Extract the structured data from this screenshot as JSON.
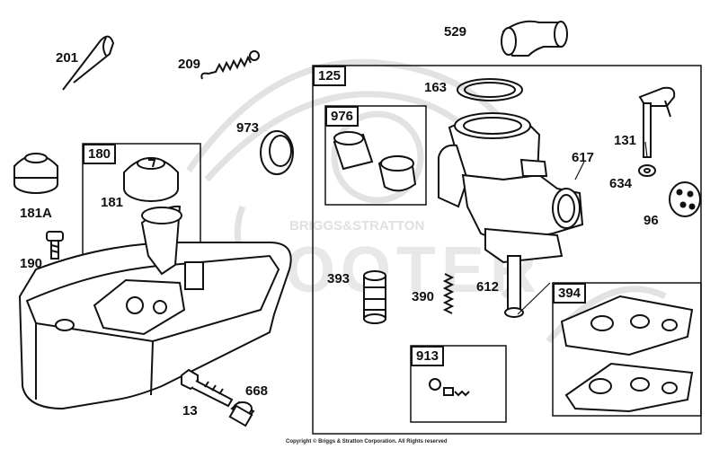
{
  "watermark": {
    "brand": "BRIGGS&STRATTON",
    "word": "SCOOTER",
    "color": "#e4e4e4"
  },
  "groups": {
    "tank_kit": "180",
    "carburetor_kit": "125",
    "seal_kit": "976",
    "gasket_kit": "394",
    "pin_kit": "913"
  },
  "parts": {
    "p201": "201",
    "p209": "209",
    "p529": "529",
    "p973": "973",
    "p163": "163",
    "p131": "131",
    "p634": "634",
    "p96": "96",
    "p617": "617",
    "p181": "181",
    "p181a": "181A",
    "p190": "190",
    "p393": "393",
    "p390": "390",
    "p612": "612",
    "p668": "668",
    "p13": "13"
  },
  "copyright": "Copyright © Briggs & Stratton Corporation. All Rights reserved"
}
